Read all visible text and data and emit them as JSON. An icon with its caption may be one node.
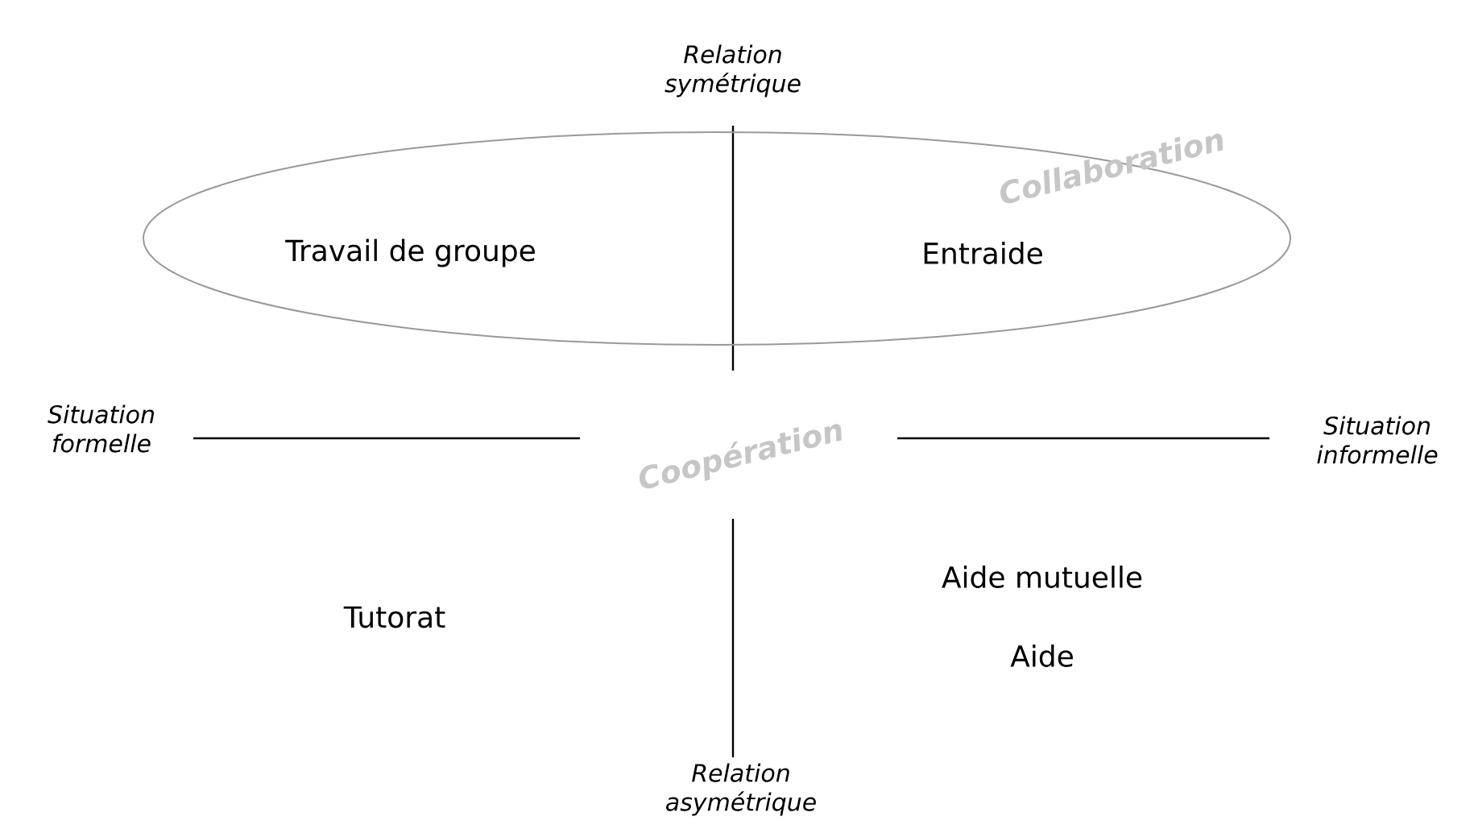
{
  "diagram": {
    "nodes": [
      {
        "text": [
          "Collaboration",
          "Travail de groupe",
          "Entraide"
        ]
      }
    ],
    "labels": [
      "Relation symétrique",
      "Situation formelle",
      "Coopération",
      "Situation informelle",
      "Tutorat",
      "Aide mutuelle",
      "Aide",
      "Relation asymétrique"
    ]
  }
}
